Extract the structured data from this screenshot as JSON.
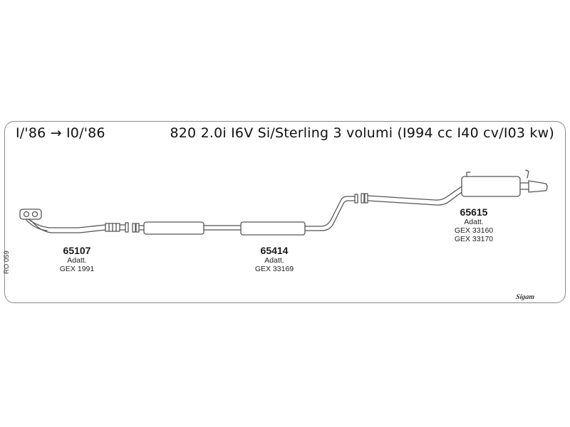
{
  "header": {
    "date_range": "I/'86 → I0/'86",
    "model": "820 2.0i I6V Si/Sterling 3 volumi (I994 cc I40 cv/I03 kw)"
  },
  "parts": [
    {
      "number": "65107",
      "adapter_label": "Adatt.",
      "codes": [
        "GEX 1991"
      ]
    },
    {
      "number": "65414",
      "adapter_label": "Adatt.",
      "codes": [
        "GEX 33169"
      ]
    },
    {
      "number": "65615",
      "adapter_label": "Adatt.",
      "codes": [
        "GEX 33160",
        "GEX 33170"
      ]
    }
  ],
  "reference_code": "RO 059",
  "brand": "Sigam"
}
